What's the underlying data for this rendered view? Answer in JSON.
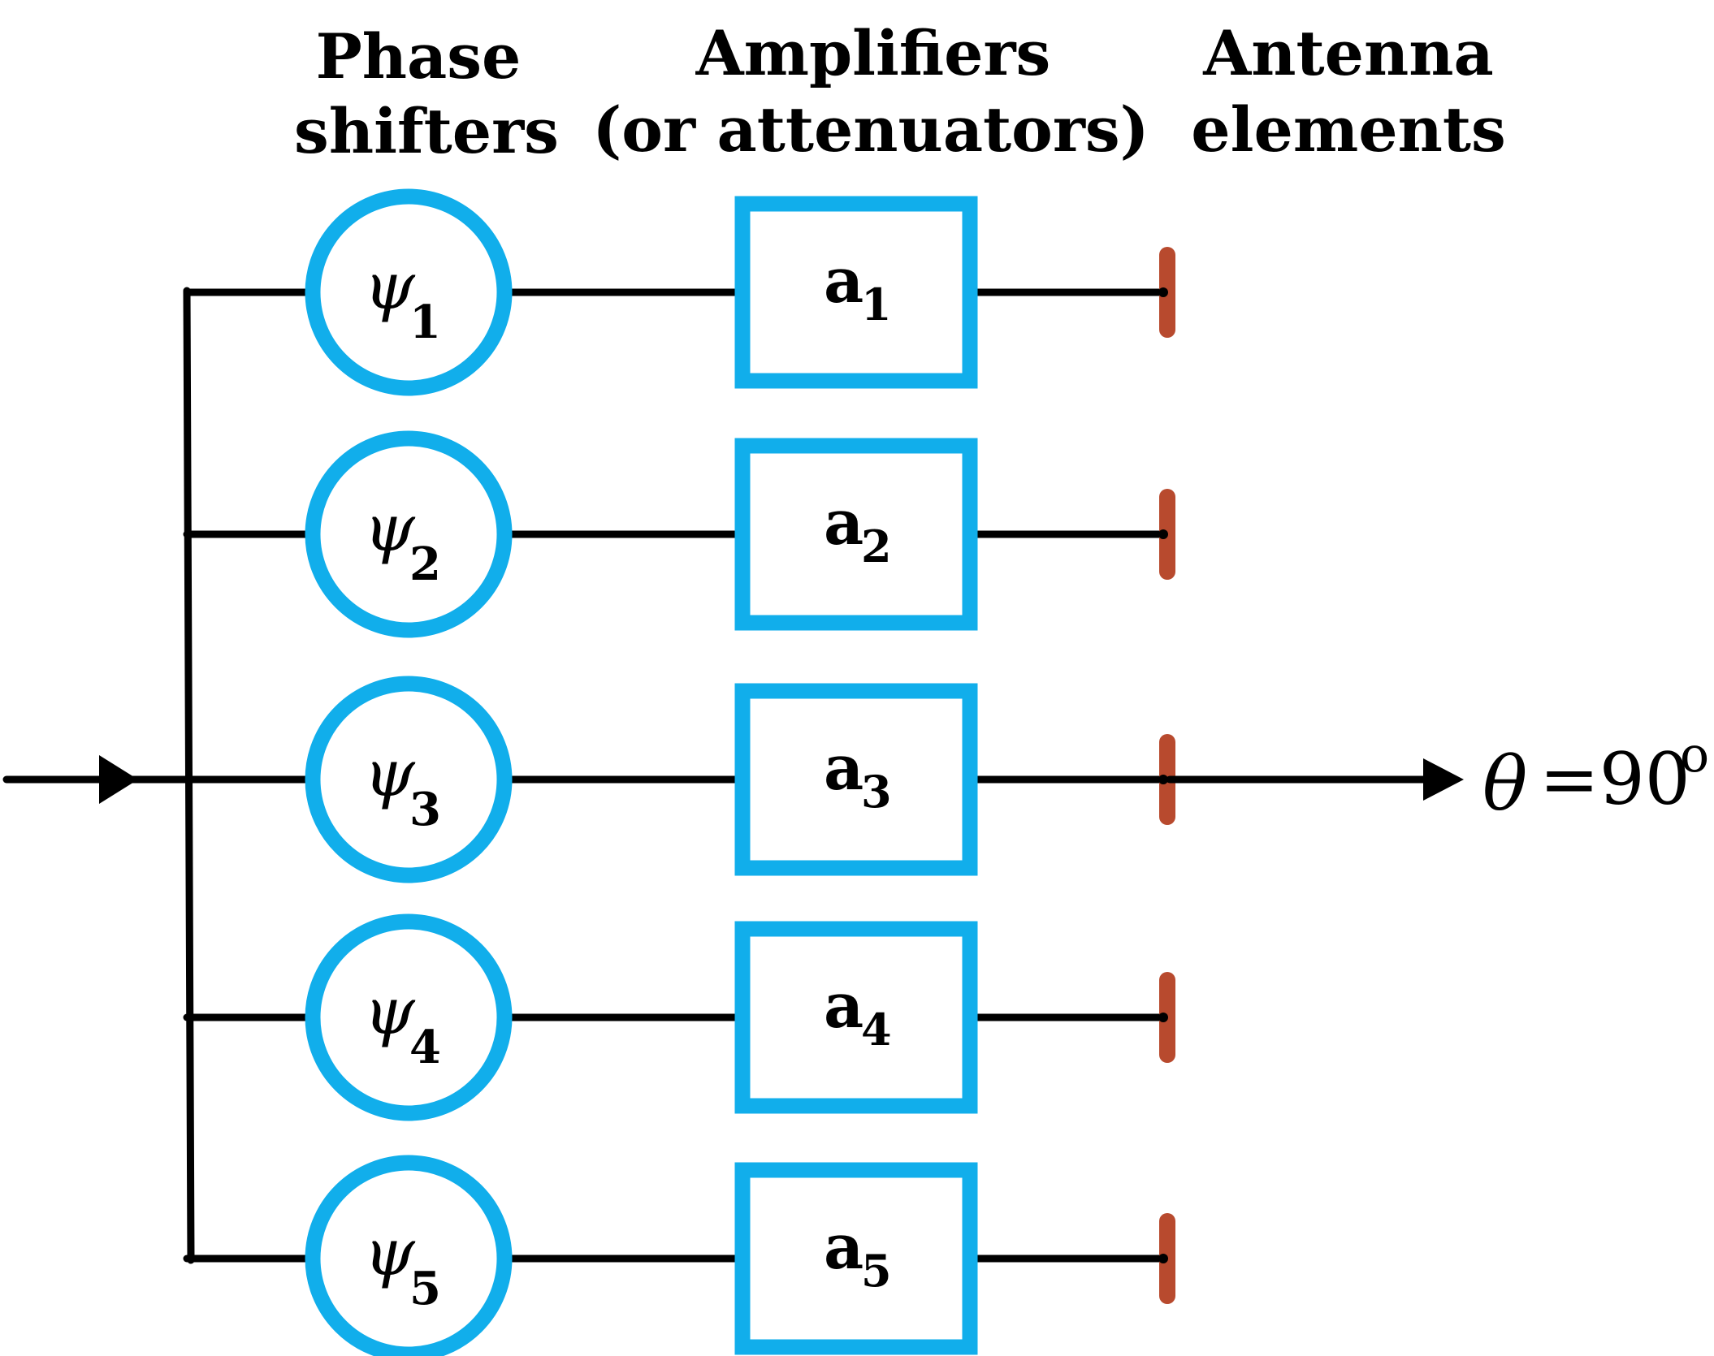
{
  "headers": {
    "phase_shifters": [
      "Phase",
      "shifters"
    ],
    "amplifiers": [
      "Amplifiers",
      "(or attenuators)"
    ],
    "antenna_elements": [
      "Antenna",
      "elements"
    ]
  },
  "branches": [
    {
      "phase_symbol": "ψ",
      "phase_index": "1",
      "amp_symbol": "a",
      "amp_index": "1"
    },
    {
      "phase_symbol": "ψ",
      "phase_index": "2",
      "amp_symbol": "a",
      "amp_index": "2"
    },
    {
      "phase_symbol": "ψ",
      "phase_index": "3",
      "amp_symbol": "a",
      "amp_index": "3"
    },
    {
      "phase_symbol": "ψ",
      "phase_index": "4",
      "amp_symbol": "a",
      "amp_index": "4"
    },
    {
      "phase_symbol": "ψ",
      "phase_index": "5",
      "amp_symbol": "a",
      "amp_index": "5"
    }
  ],
  "output": {
    "symbol": "θ",
    "equals": "=90",
    "degree": "o"
  },
  "colors": {
    "phase_shifter_stroke": "#11AEEB",
    "amplifier_stroke": "#11AEEB",
    "antenna": "#B84A2E",
    "wire": "#000000"
  }
}
